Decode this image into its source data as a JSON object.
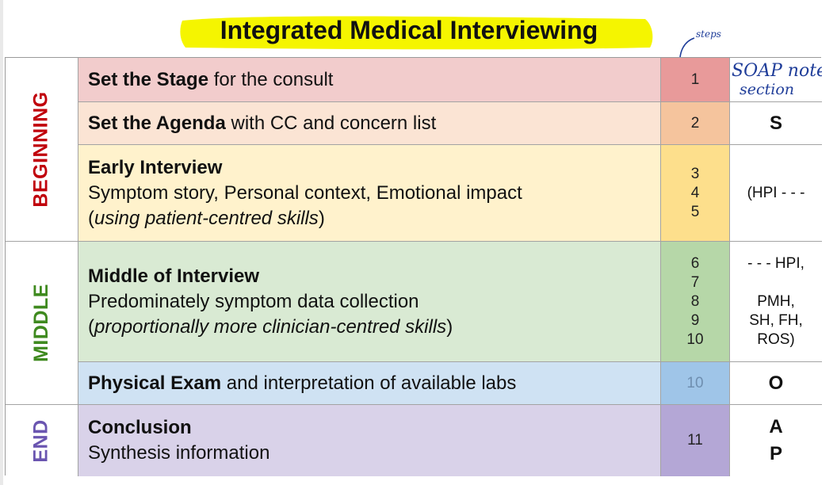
{
  "title": "Integrated Medical Interviewing",
  "annotations": {
    "steps_note": "steps",
    "soap_header_line1": "SOAP note",
    "soap_header_line2": "section"
  },
  "phases": {
    "beginning": "BEGINNING",
    "middle": "MIDDLE",
    "end": "END"
  },
  "rows": [
    {
      "bold": "Set the Stage",
      "rest": " for the consult",
      "steps": [
        "1"
      ]
    },
    {
      "bold": "Set the Agenda",
      "rest": " with CC and concern list",
      "steps": [
        "2"
      ],
      "soap": "S"
    },
    {
      "heading": "Early Interview",
      "line2": "Symptom story, Personal context, Emotional impact",
      "line3_open": "(",
      "line3_italic": "using patient-centred skills",
      "line3_close": ")",
      "steps": [
        "3",
        "4",
        "5"
      ],
      "soap": "(HPI - - -"
    },
    {
      "heading": "Middle of Interview",
      "line2": "Predominately symptom data collection",
      "line3_open": "(",
      "line3_italic": "proportionally more clinician-centred skills",
      "line3_close": ")",
      "steps": [
        "6",
        "7",
        "8",
        "9",
        "10"
      ],
      "soap_lines": [
        "- - - HPI,",
        "PMH,",
        "SH, FH,",
        "ROS)"
      ]
    },
    {
      "bold": "Physical Exam",
      "rest": " and interpretation of available labs",
      "steps": [
        "10"
      ],
      "soap": "O"
    },
    {
      "heading": "Conclusion",
      "line2": "Synthesis information",
      "steps": [
        "11"
      ],
      "soap_lines": [
        "A",
        "P"
      ]
    }
  ],
  "colors": {
    "title_highlight": "#f5f500",
    "beginning": "#c0000b",
    "middle": "#3f8a1f",
    "end": "#6a55b0",
    "row1_desc": "#f2cccc",
    "row1_step": "#e89a9a",
    "row2_desc": "#fbe4d4",
    "row2_step": "#f5c49d",
    "row3_desc": "#fff2cc",
    "row3_step": "#fddf8c",
    "row4_desc": "#d9ead3",
    "row4_step": "#b6d7a8",
    "row5_desc": "#cfe2f3",
    "row5_step": "#9fc5e8",
    "row6_desc": "#d9d2e9",
    "row6_step": "#b4a7d6"
  }
}
